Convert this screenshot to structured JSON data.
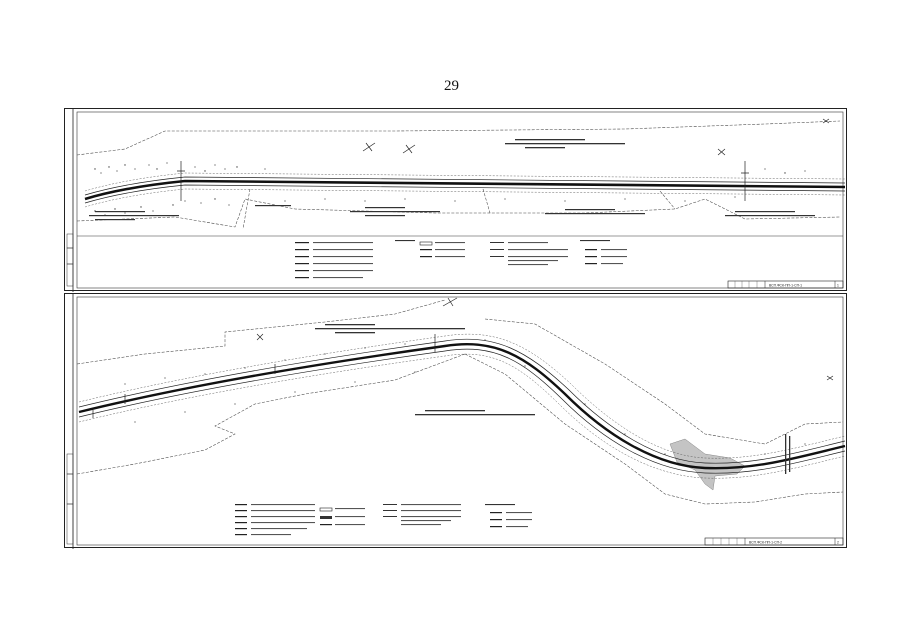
{
  "page": {
    "number": "29"
  },
  "sheets": [
    {
      "stamp_code": "ВСП.ФСК-ПП-1-СП-1",
      "sheet_number": "1"
    },
    {
      "stamp_code": "ВСП.ФСК-ПП-1-СП-2",
      "sheet_number": "2"
    }
  ]
}
